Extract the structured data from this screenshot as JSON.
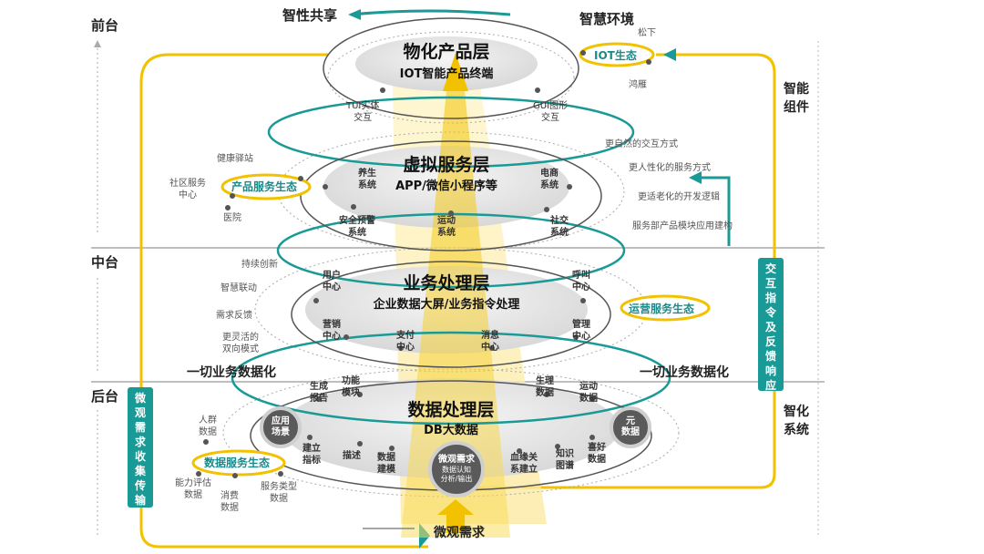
{
  "tiers": {
    "front": "前台",
    "middle": "中台",
    "back": "后台"
  },
  "top": {
    "left": "智性共享",
    "right": "智慧环境"
  },
  "layers": {
    "physical": {
      "title": "物化产品层",
      "subtitle": "IOT智能产品终端"
    },
    "virtual": {
      "title": "虚拟服务层",
      "subtitle": "APP/微信小程序等"
    },
    "business": {
      "title": "业务处理层",
      "subtitle": "企业数据大屏/业务指令处理"
    },
    "data": {
      "title": "数据处理层",
      "subtitle": "DB大数据"
    }
  },
  "physical_nodes": {
    "tui": "TUI实体\n交互",
    "gui": "GUI图形\n交互"
  },
  "iot": {
    "label": "IOT生态",
    "a": "松下",
    "b": "鸿雁"
  },
  "virtual_nodes": {
    "yangsheng": "养生\n系统",
    "dianshang": "电商\n系统",
    "anquan": "安全预警\n系统",
    "yundong": "运动\n系统",
    "shejiao": "社交\n系统"
  },
  "product_eco": {
    "label": "产品服务生态",
    "a": "健康驿站",
    "b": "社区服务\n中心",
    "c": "医院"
  },
  "right_notes": [
    "更自然的交互方式",
    "更人性化的服务方式",
    "更适老化的开发逻辑",
    "服务部产品模块应用建构"
  ],
  "business_nodes": {
    "user": "用户\n中心",
    "call": "呼叫\n中心",
    "sales": "营销\n中心",
    "pay": "支付\n中心",
    "msg": "消息\n中心",
    "mgmt": "管理\n中心"
  },
  "ops_eco": {
    "label": "运营服务生态"
  },
  "left_notes": [
    "持续创新",
    "智慧联动",
    "需求反馈",
    "更灵活的\n双向模式"
  ],
  "digitize": {
    "left": "一切业务数据化",
    "right": "一切业务数据化"
  },
  "data_nodes": {
    "report": "生成\n报告",
    "func": "功能\n模块",
    "physio": "生理\n数据",
    "sport": "运动\n数据",
    "index": "建立\n指标",
    "desc": "描述",
    "model": "数据\n建模",
    "rel": "血缘关\n系建立",
    "graph": "知识\n图谱",
    "pref": "喜好\n数据"
  },
  "circles": {
    "app": "应用\n场景",
    "meta": "元\n数据",
    "micro": "微观需求",
    "micro_sub": "数据认知\n分析/输出"
  },
  "data_eco": {
    "label": "数据服务生态",
    "a": "人群\n数据",
    "b": "能力评估\n数据",
    "c": "消费\n数据",
    "d": "服务类型\n数据"
  },
  "right_side": {
    "smart_comp": "智能\n组件",
    "smart_sys": "智化\n系统"
  },
  "boxes": {
    "feedback": "交互指令及反馈响应",
    "collect": "微观需求收集传输"
  },
  "bottom": {
    "micro": "微观需求"
  },
  "colors": {
    "accent": "#f2c200",
    "teal": "#1a9a96",
    "gray": "#888888"
  }
}
